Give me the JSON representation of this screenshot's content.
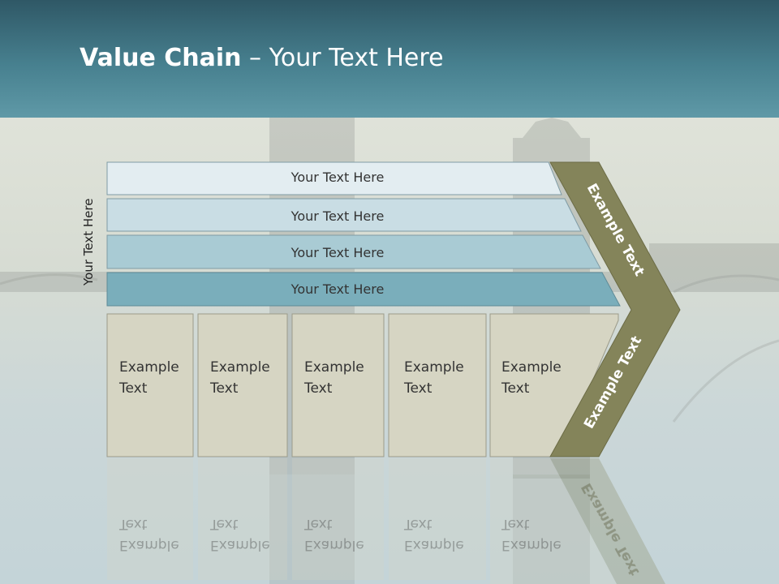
{
  "slide": {
    "title_bold": "Value Chain",
    "title_rest": " – Your Text Here",
    "vertical_label": "Your Text Here",
    "bars": [
      {
        "label": "Your Text Here"
      },
      {
        "label": "Your Text Here"
      },
      {
        "label": "Your Text Here"
      },
      {
        "label": "Your Text Here"
      }
    ],
    "boxes": [
      {
        "line1": "Example",
        "line2": "Text"
      },
      {
        "line1": "Example",
        "line2": "Text"
      },
      {
        "line1": "Example",
        "line2": "Text"
      },
      {
        "line1": "Example",
        "line2": "Text"
      },
      {
        "line1": "Example",
        "line2": "Text"
      }
    ],
    "chevron_top_label": "Example Text",
    "chevron_bottom_label": "Example Text"
  },
  "colors": {
    "header": "#47808f",
    "bar1": "#e3edf1",
    "bar2": "#c9dde4",
    "bar3": "#a9cbd4",
    "bar4": "#7aaebb",
    "box": "#d6d5c3",
    "chevron": "#84845a"
  }
}
